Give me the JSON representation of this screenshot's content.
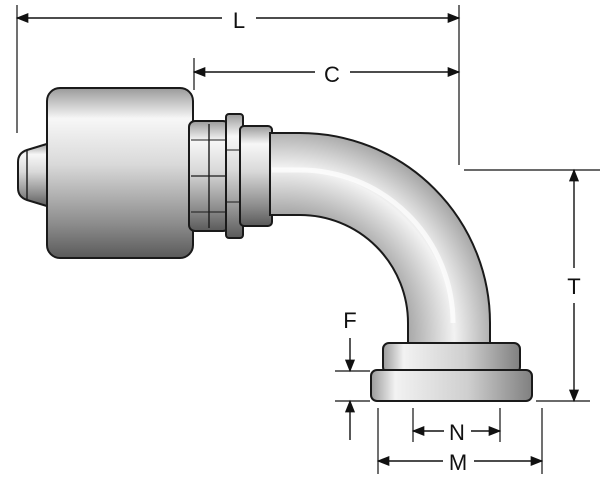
{
  "dimensions": {
    "L": "L",
    "C": "C",
    "T": "T",
    "F": "F",
    "N": "N",
    "M": "M"
  },
  "colors": {
    "metal_light": "#f4f4f4",
    "metal_mid": "#bdbdbd",
    "metal_dark": "#6e6e6e",
    "outline": "#1a1a1a",
    "dimension": "#111111"
  }
}
